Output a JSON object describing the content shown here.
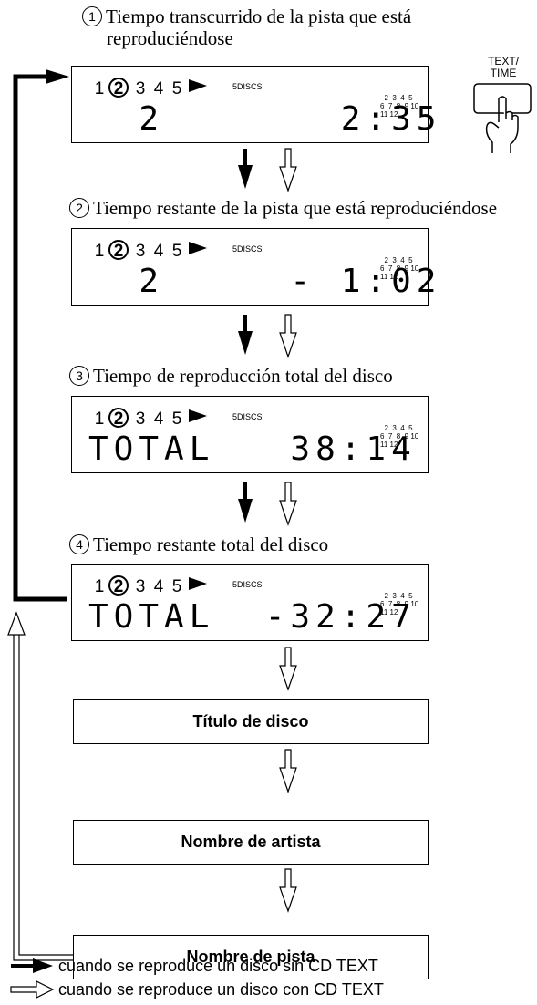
{
  "steps": [
    {
      "number": "1",
      "title_line1": "Tiempo transcurrido de la pista que está",
      "title_line2": "reproduciéndose"
    },
    {
      "number": "2",
      "title_line1": "Tiempo restante de la pista que está reproduciéndose"
    },
    {
      "number": "3",
      "title_line1": "Tiempo de reproducción total del disco"
    },
    {
      "number": "4",
      "title_line1": "Tiempo restante total del disco"
    }
  ],
  "display": {
    "disc_numbers": [
      "1",
      "2",
      "3",
      "4",
      "5"
    ],
    "selected_disc": "2",
    "discs_label": "5DISCS",
    "calendar_row1": "  2  3  4  5",
    "calendar_row2": "6  7  8  9 10",
    "calendar_row3": "11 12"
  },
  "panels": [
    {
      "lcd": "  2       2:35"
    },
    {
      "lcd": "  2     - 1:02"
    },
    {
      "lcd": "TOTAL   38:14"
    },
    {
      "lcd": "TOTAL  -32:27"
    }
  ],
  "button": {
    "label_line1": "TEXT/",
    "label_line2": "TIME"
  },
  "boxes": [
    {
      "label": "Título de disco"
    },
    {
      "label": "Nombre de artista"
    },
    {
      "label": "Nombre de pista"
    }
  ],
  "legend": {
    "solid_arrow_text": "cuando se reproduce un disco sin CD TEXT",
    "hollow_arrow_text": "cuando se reproduce un disco con CD TEXT"
  }
}
